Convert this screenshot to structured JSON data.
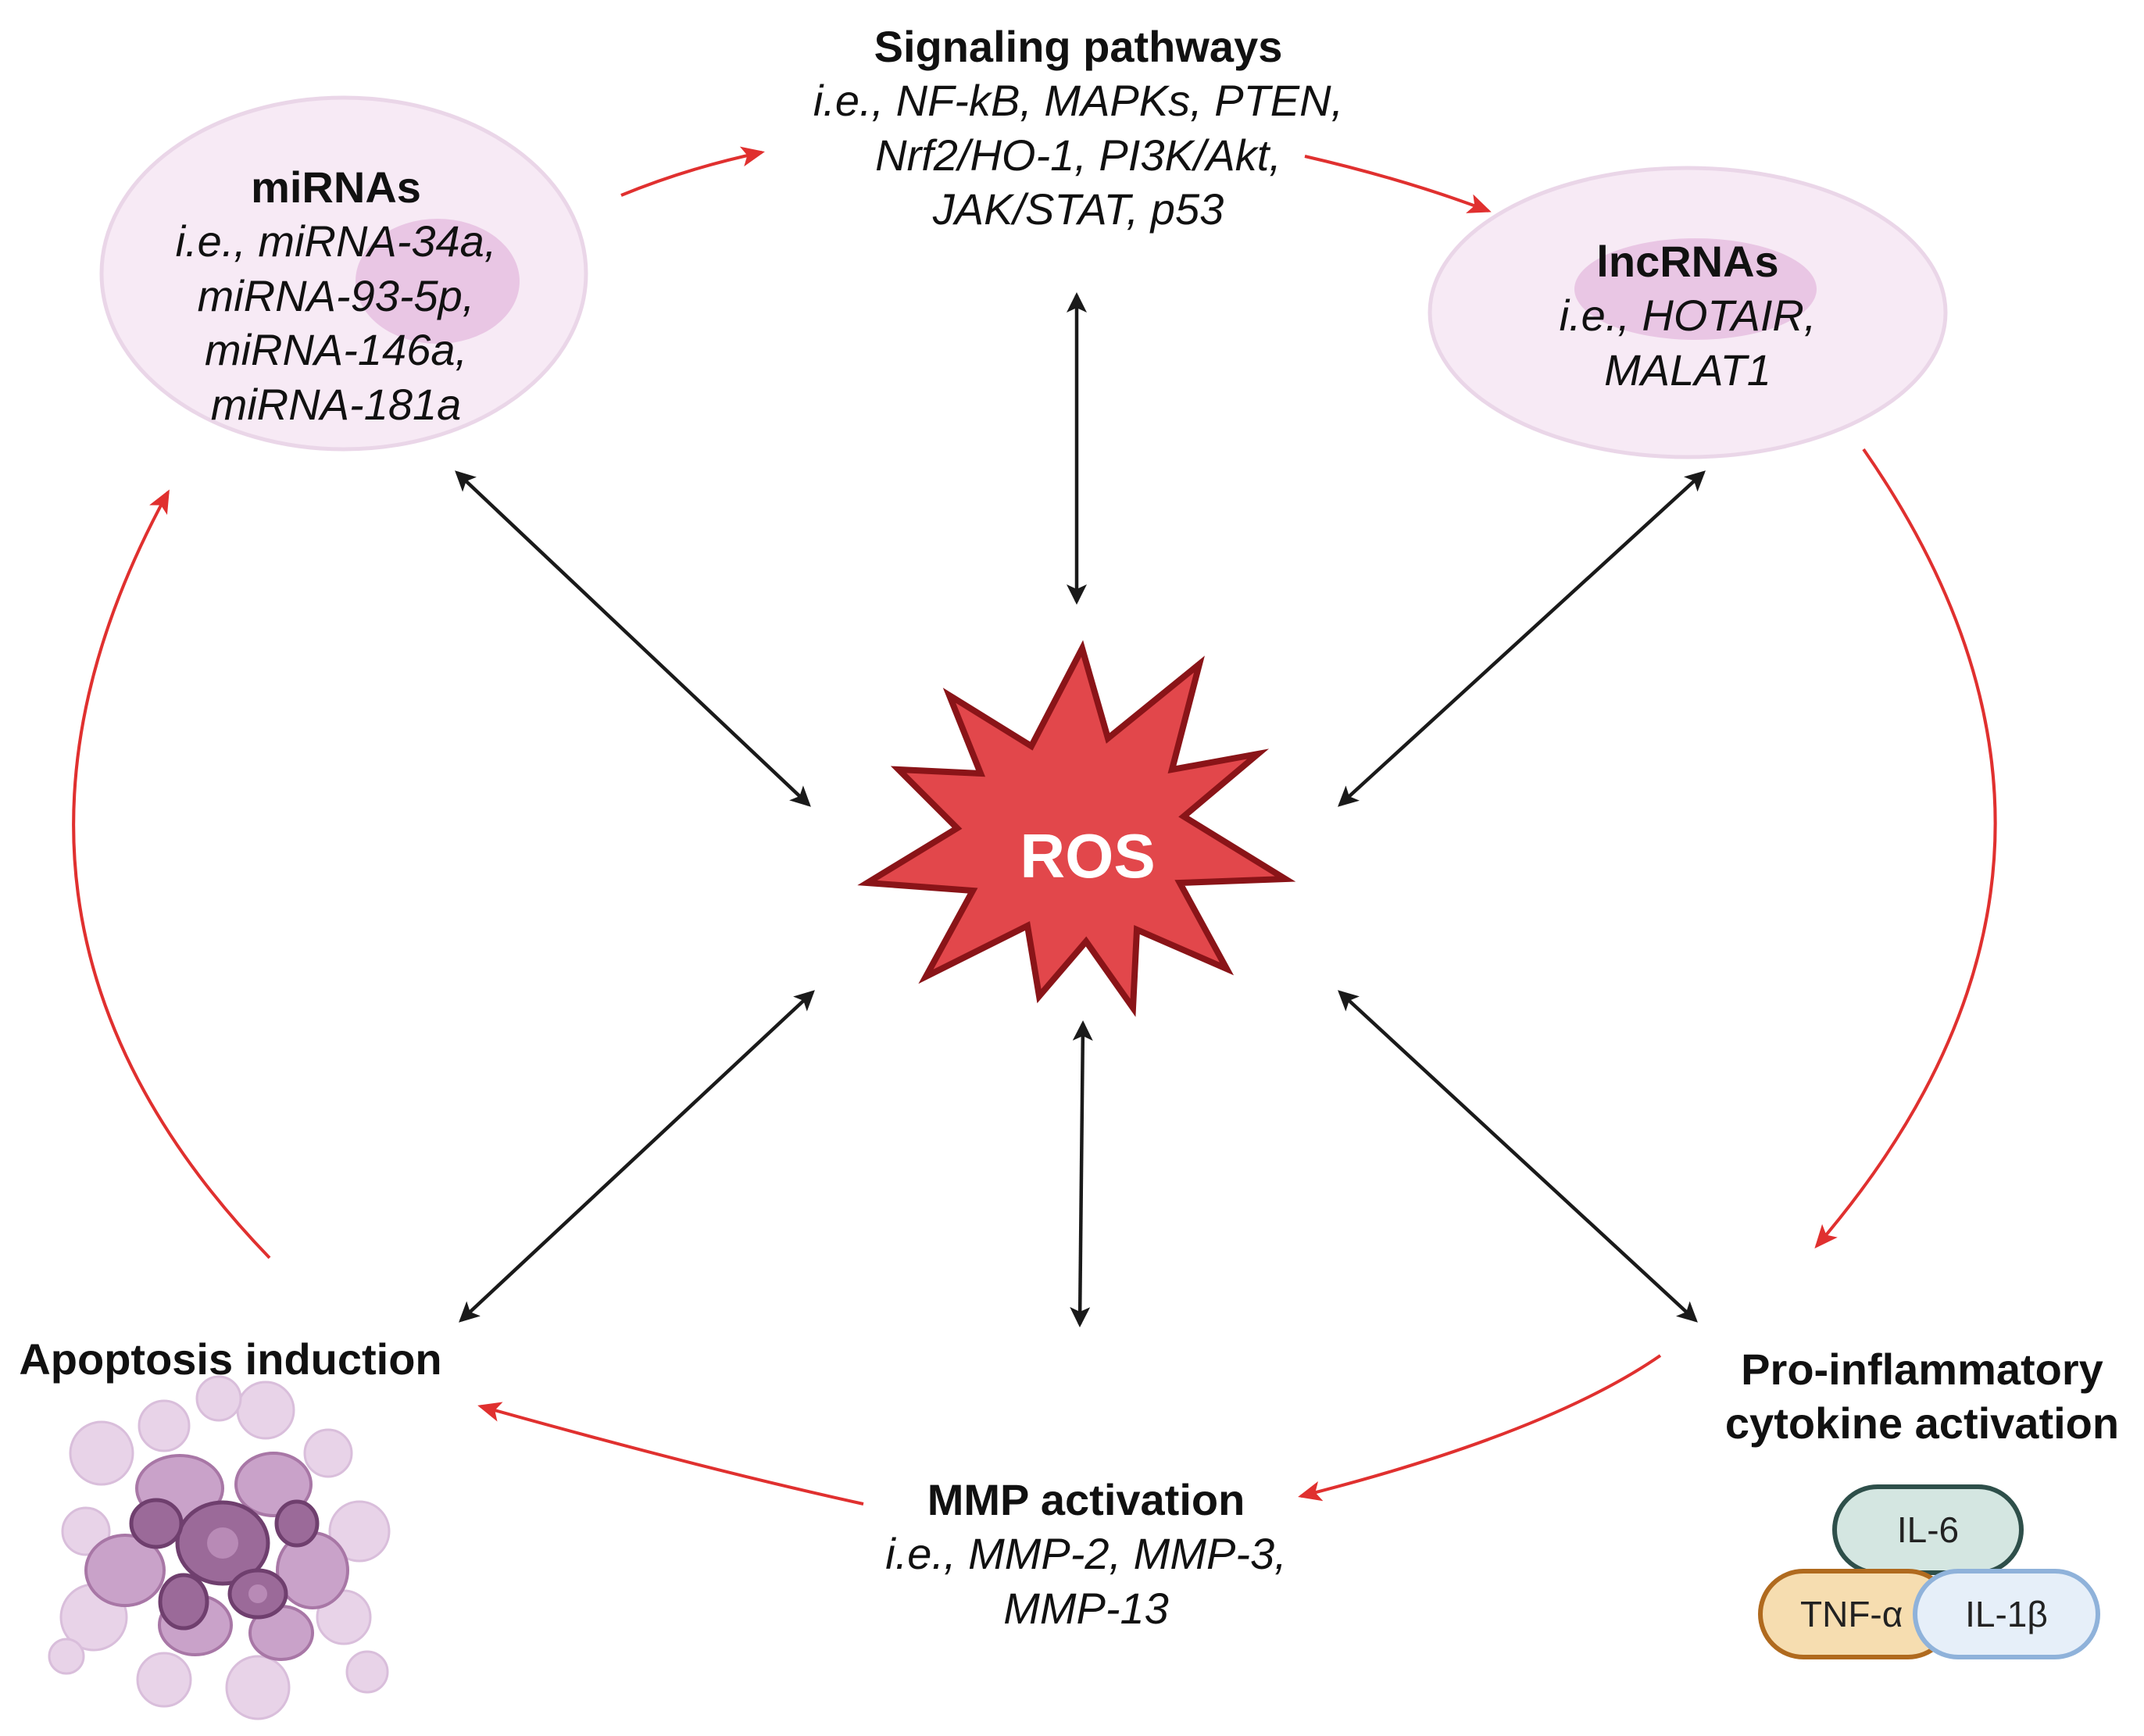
{
  "colors": {
    "ros_fill": "#e2474b",
    "ros_stroke": "#8a1418",
    "red_arrow": "#e0302f",
    "black_arrow": "#1a1a1a",
    "cell_fill": "#f7eaf5",
    "cell_stroke": "#ead6e8",
    "nucleus_fill": "#e6bfe0",
    "il6_fill": "#d4e6e1",
    "il6_stroke": "#2e4f4a",
    "tnf_fill": "#f6ddb0",
    "tnf_stroke": "#b06a1e",
    "il1b_fill": "#e6eff9",
    "il1b_stroke": "#8fb2da"
  },
  "center": {
    "label": "ROS"
  },
  "nodes": {
    "mirnas": {
      "title": "miRNAs",
      "lines": [
        "i.e., miRNA-34a,",
        "miRNA-93-5p,",
        "miRNA-146a,",
        "miRNA-181a"
      ]
    },
    "signaling": {
      "title": "Signaling pathways",
      "lines": [
        "i.e.,  NF-kB, MAPKs, PTEN,",
        "Nrf2/HO-1, PI3K/Akt,",
        "JAK/STAT, p53"
      ]
    },
    "lncrnas": {
      "title": "lncRNAs",
      "lines": [
        "i.e., HOTAIR,",
        "MALAT1"
      ]
    },
    "cytokine": {
      "title_lines": [
        "Pro-inflammatory",
        "cytokine activation"
      ],
      "badges": {
        "il6": "IL-6",
        "tnf": "TNF-α",
        "il1b": "IL-1β"
      }
    },
    "mmp": {
      "title": "MMP activation",
      "lines": [
        "i.e., MMP-2, MMP-3,",
        "MMP-13"
      ]
    },
    "apoptosis": {
      "title": "Apoptosis induction",
      "icon": "apoptotic-cell-cluster-icon"
    }
  }
}
